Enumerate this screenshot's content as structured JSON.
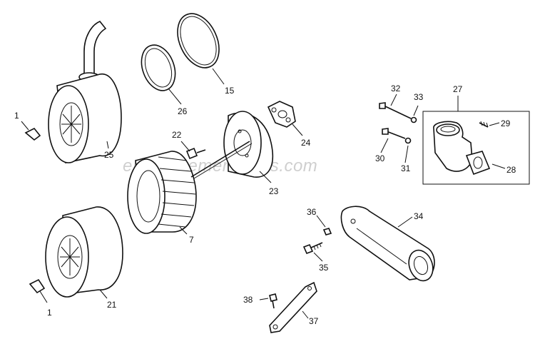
{
  "watermark": "eReplacementParts.com",
  "callouts": [
    {
      "id": "c1a",
      "label": "1"
    },
    {
      "id": "c1b",
      "label": "1"
    },
    {
      "id": "c7",
      "label": "7"
    },
    {
      "id": "c15",
      "label": "15"
    },
    {
      "id": "c21",
      "label": "21"
    },
    {
      "id": "c22",
      "label": "22"
    },
    {
      "id": "c23",
      "label": "23"
    },
    {
      "id": "c24",
      "label": "24"
    },
    {
      "id": "c25",
      "label": "25"
    },
    {
      "id": "c26",
      "label": "26"
    },
    {
      "id": "c27",
      "label": "27"
    },
    {
      "id": "c28",
      "label": "28"
    },
    {
      "id": "c29",
      "label": "29"
    },
    {
      "id": "c30",
      "label": "30"
    },
    {
      "id": "c31",
      "label": "31"
    },
    {
      "id": "c32",
      "label": "32"
    },
    {
      "id": "c33",
      "label": "33"
    },
    {
      "id": "c34",
      "label": "34"
    },
    {
      "id": "c35",
      "label": "35"
    },
    {
      "id": "c36",
      "label": "36"
    },
    {
      "id": "c37",
      "label": "37"
    },
    {
      "id": "c38",
      "label": "38"
    }
  ]
}
